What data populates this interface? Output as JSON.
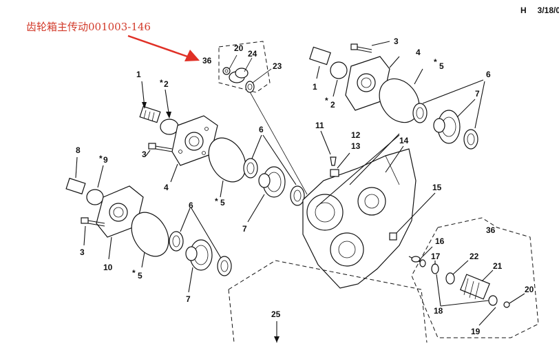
{
  "annotation": {
    "text": "齿轮箱主传动001003-146",
    "color": "#d23a2a"
  },
  "corner": {
    "letter": "H",
    "date": "3/18/0"
  },
  "callouts": {
    "c1a": "1",
    "c2a": "2",
    "c3a": "3",
    "c4a": "4",
    "c5a": "5",
    "c6a": "6",
    "c7a": "7",
    "c1b": "1",
    "c2b": "2",
    "c3b": "3",
    "c4b": "4",
    "c5b": "5",
    "c6b": "6",
    "c7b": "7",
    "c8": "8",
    "c9": "9",
    "c3c": "3",
    "c10": "10",
    "c5c": "5",
    "c6c": "6",
    "c7c": "7",
    "c11": "11",
    "c12": "12",
    "c13": "13",
    "c14": "14",
    "c15": "15",
    "c16": "16",
    "c17": "17",
    "c18": "18",
    "c19": "19",
    "c20a": "20",
    "c20b": "20",
    "c21": "21",
    "c22": "22",
    "c23": "23",
    "c24": "24",
    "c25": "25",
    "c36a": "36",
    "c36b": "36"
  },
  "asterisk": "*",
  "arrow_color": "#e03026"
}
